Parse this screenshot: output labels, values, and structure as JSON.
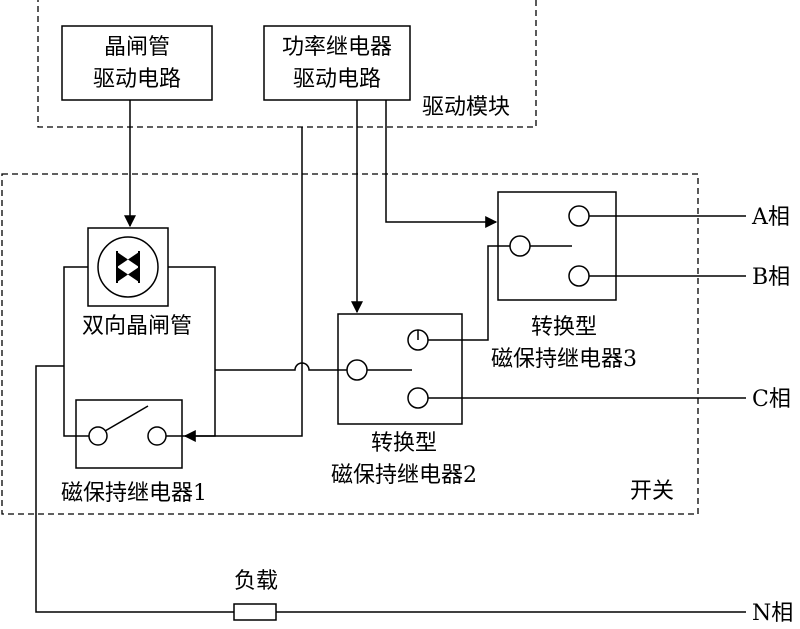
{
  "drive_module": {
    "label": "驱动模块",
    "thyristor_drive": {
      "line1": "晶闸管",
      "line2": "驱动电路"
    },
    "power_relay_drive": {
      "line1": "功率继电器",
      "line2": "驱动电路"
    }
  },
  "switch": {
    "label": "开关",
    "triac_label": "双向晶闸管",
    "relay1_label": "磁保持继电器1",
    "relay2": {
      "line1": "转换型",
      "line2": "磁保持继电器2"
    },
    "relay3": {
      "line1": "转换型",
      "line2": "磁保持继电器3"
    }
  },
  "phases": {
    "a": "A相",
    "b": "B相",
    "c": "C相",
    "n": "N相"
  },
  "load_label": "负载"
}
